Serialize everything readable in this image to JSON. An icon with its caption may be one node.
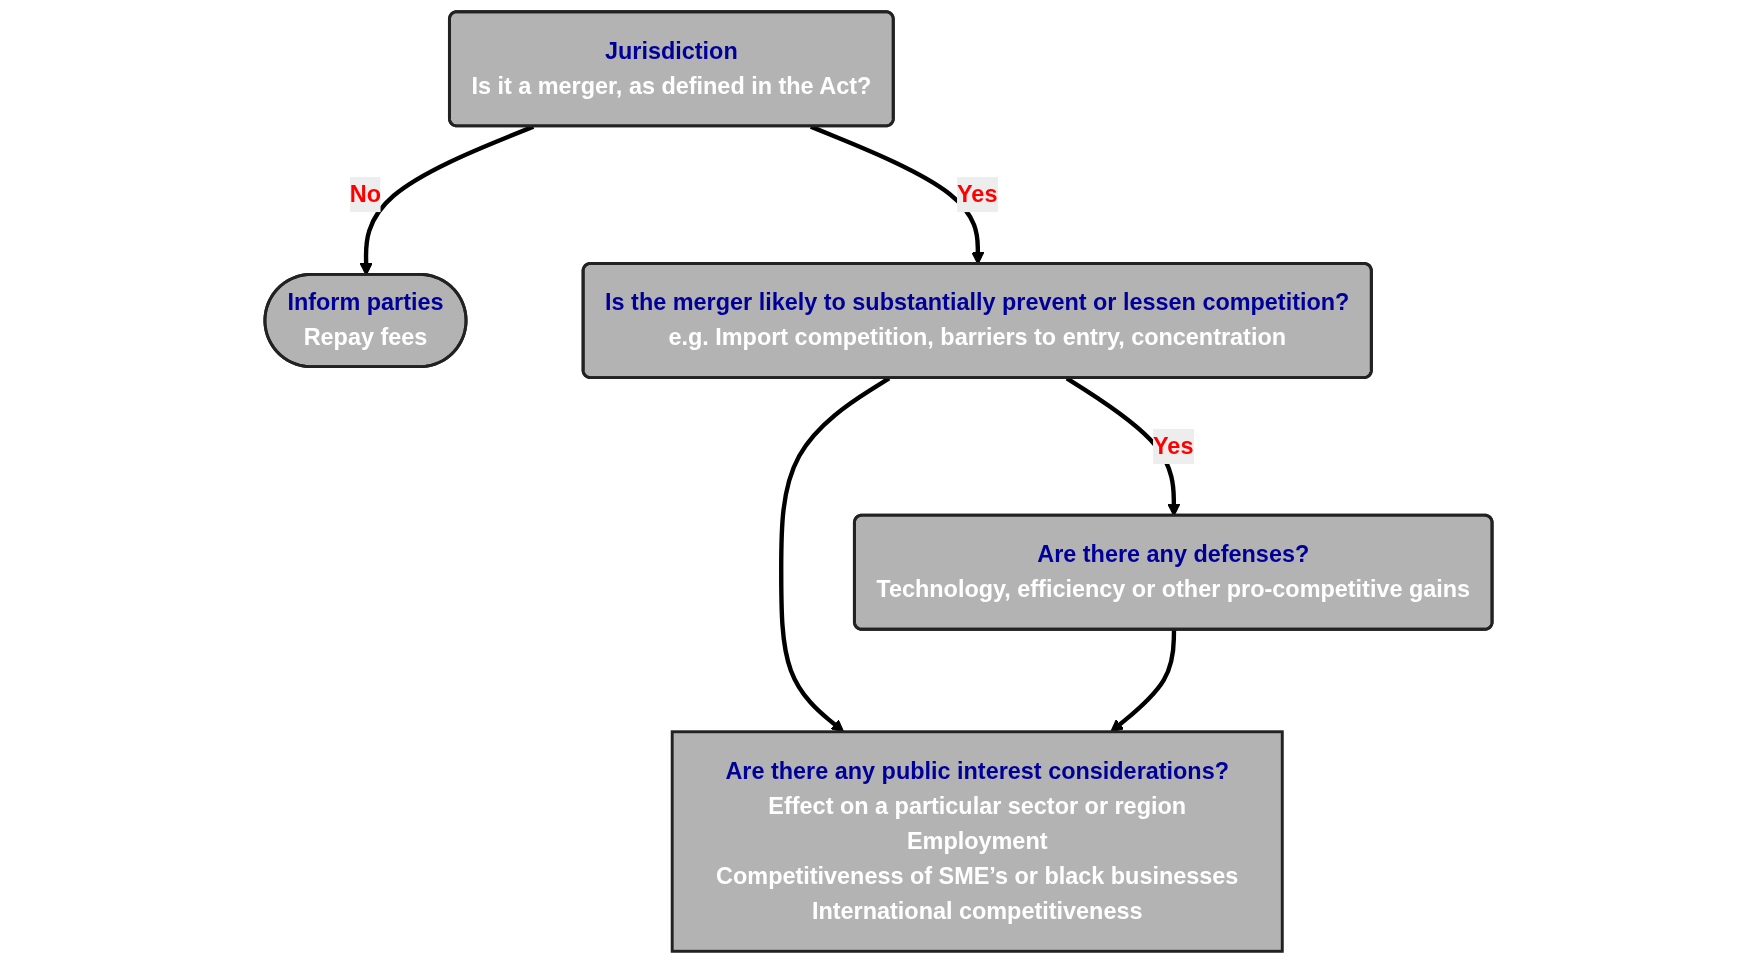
{
  "diagram": {
    "nodes": [
      {
        "text": [
          "Jurisdiction",
          "Is it a merger, as defined in the Act?"
        ]
      },
      {
        "text": [
          "Inform parties",
          "Repay fees"
        ]
      },
      {
        "text": [
          "Is the merger likely to substantially prevent or lessen competition?",
          "e.g. Import competition, barriers to entry, concentration"
        ]
      },
      {
        "text": [
          "Are there any defenses?",
          "Technology, efficiency or other pro-competitive gains"
        ]
      },
      {
        "text": [
          "Are there any public interest considerations?",
          "Effect on a particular sector or region",
          "Employment",
          "Competitiveness of SME’s or black businesses",
          "International competitiveness"
        ]
      }
    ],
    "edges": [
      {
        "from": 0,
        "to": 1,
        "arrow": "to",
        "label": "No"
      },
      {
        "from": 0,
        "to": 2,
        "arrow": "to",
        "label": "Yes"
      },
      {
        "from": 2,
        "to": 3,
        "arrow": "to",
        "label": "Yes"
      },
      {
        "from": 2,
        "to": 4,
        "arrow": "to"
      },
      {
        "from": 3,
        "to": 4,
        "arrow": "to"
      }
    ]
  }
}
